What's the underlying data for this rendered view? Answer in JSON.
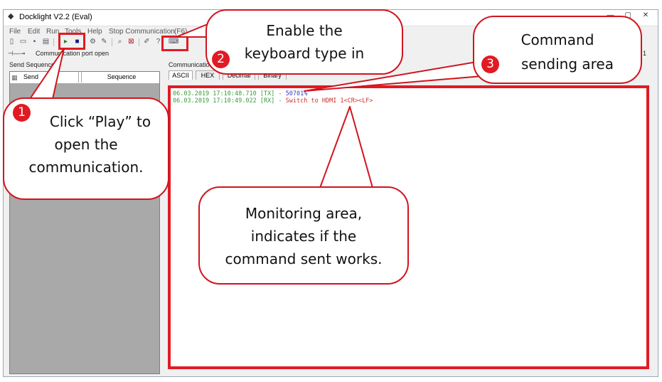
{
  "window": {
    "title": "Docklight V2.2 (Eval)",
    "buttons": [
      "—",
      "▢",
      "✕"
    ]
  },
  "menu": [
    "File",
    "Edit",
    "Run",
    "Tools",
    "Help",
    "Stop Communication",
    "(F6)"
  ],
  "status": {
    "text": "Communication port open",
    "right_digit": "1"
  },
  "left_panel": {
    "label": "Send Sequences",
    "columns": {
      "send": "Send",
      "sequence": "Sequence"
    }
  },
  "comm_panel": {
    "label": "Communication",
    "tabs": [
      "ASCII",
      "HEX",
      "Decimal",
      "Binary"
    ]
  },
  "log": [
    {
      "timestamp": "06.03.2019 17:10:48.710",
      "dir": "[TX]",
      "sep": " - ",
      "data": "50701%"
    },
    {
      "timestamp": "06.03.2019 17:10:49.022",
      "dir": "[RX]",
      "sep": " - ",
      "data": "Switch to HDMI 1<CR><LF>"
    }
  ],
  "callouts": {
    "c1": {
      "number": "1",
      "lines": [
        "Click “Play” to",
        "open the",
        "communication."
      ]
    },
    "c2": {
      "number": "2",
      "lines": [
        "Enable the",
        "keyboard type in"
      ]
    },
    "c3": {
      "number": "3",
      "lines": [
        "Command",
        "sending area"
      ]
    },
    "monitor": {
      "lines": [
        "Monitoring area,",
        "indicates if the",
        "command sent works."
      ]
    }
  },
  "colors": {
    "highlight": "#e01b24",
    "tx": "#3c9a3c",
    "rx": "#d03030"
  }
}
